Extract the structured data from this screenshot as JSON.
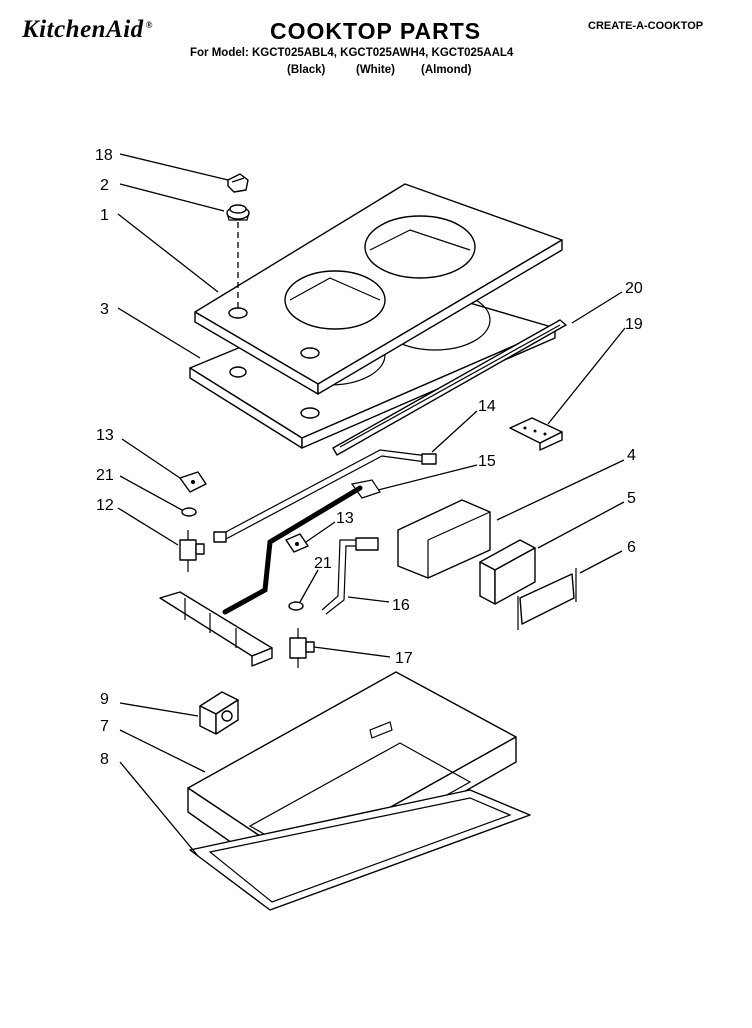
{
  "header": {
    "brand": "KitchenAid",
    "brand_mark": "®",
    "title": "COOKTOP PARTS",
    "category": "CREATE-A-COOKTOP",
    "models_line": "For Model: KGCT025ABL4, KGCT025AWH4, KGCT025AAL4",
    "colors": [
      "(Black)",
      "(White)",
      "(Almond)"
    ]
  },
  "callouts": [
    "18",
    "2",
    "1",
    "3",
    "20",
    "19",
    "14",
    "13",
    "21",
    "12",
    "15",
    "4",
    "5",
    "6",
    "13",
    "21",
    "16",
    "17",
    "9",
    "7",
    "8"
  ]
}
